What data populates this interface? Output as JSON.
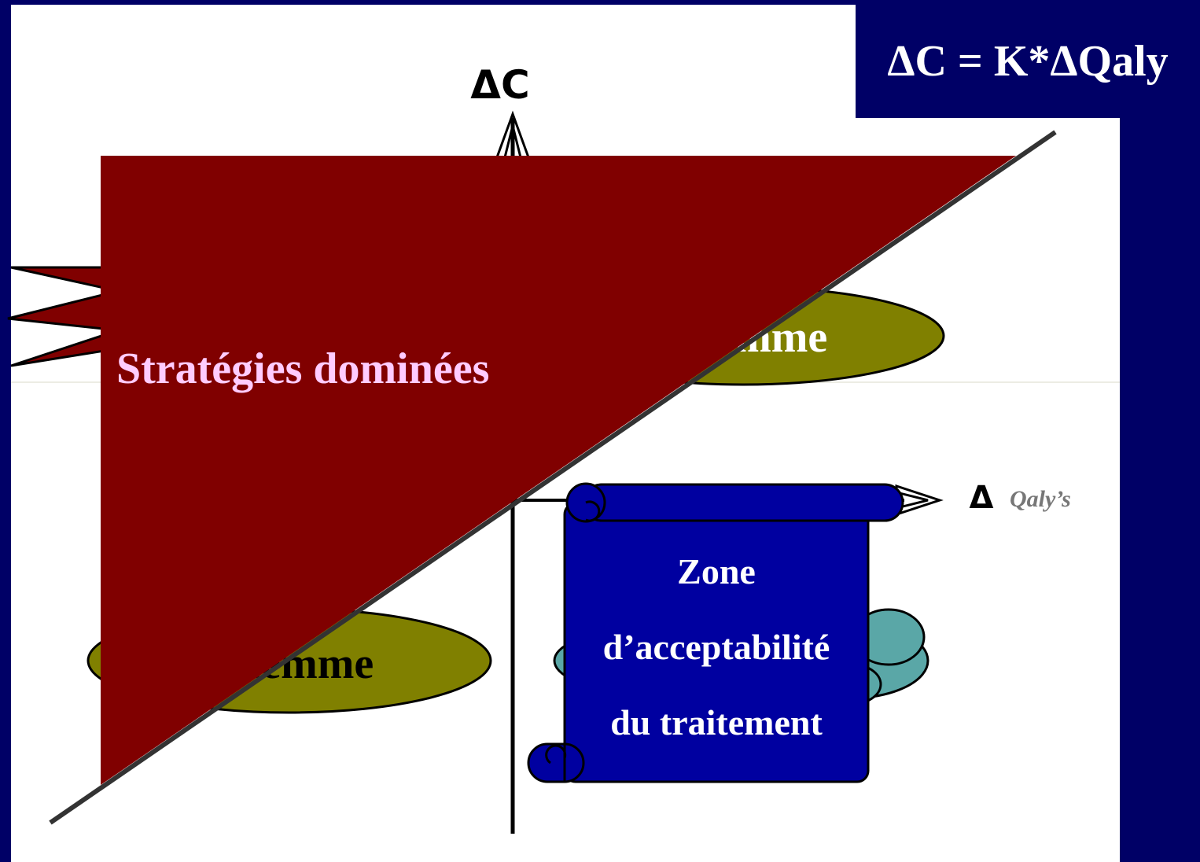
{
  "formula": "ΔC = K*ΔQaly",
  "axes": {
    "y_label": "ΔC",
    "x_label_delta": "Δ",
    "x_label_text": "Qaly’s"
  },
  "regions": {
    "dominated": "Stratégies dominées",
    "dilemma_top": "Dilemme",
    "dilemma_bottom": "Dilemme",
    "acceptability_zone": [
      "Zone",
      "d’acceptabilité",
      "du traitement"
    ]
  },
  "colors": {
    "background": "#000066",
    "panel": "#ffffff",
    "dominated_triangle": "#800000",
    "dominated_text": "#ffccff",
    "dilemma_ellipse": "#808000",
    "scroll": "#0000a0",
    "cloud": "#5aa7a7",
    "line": "#333333"
  }
}
